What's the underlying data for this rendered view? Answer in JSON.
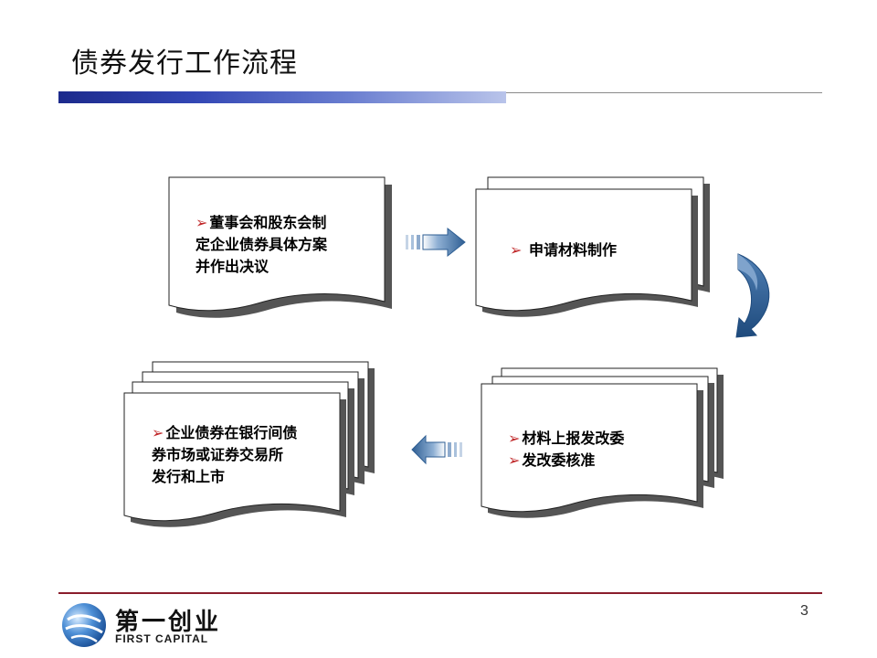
{
  "slide": {
    "title": "债券发行工作流程",
    "page_number": "3"
  },
  "steps": [
    {
      "lines": [
        "董事会和股东会制",
        "定企业债券具体方案",
        "并作出决议"
      ]
    },
    {
      "lines": [
        "申请材料制作"
      ]
    },
    {
      "lines": [
        "材料上报发改委",
        "发改委核准"
      ]
    },
    {
      "lines": [
        "企业债券在银行间债",
        "券市场或证券交易所",
        "发行和上市"
      ]
    }
  ],
  "bullet_glyph": "➢",
  "logo": {
    "cn": "第一创业",
    "en": "FIRST CAPITAL"
  },
  "colors": {
    "title_bar": "#1c2a8c",
    "arrow_blue": "#2e5e93",
    "bullet_red": "#c0282a",
    "footer_rule": "#8a1d2c",
    "box_shadow": "#555555"
  }
}
